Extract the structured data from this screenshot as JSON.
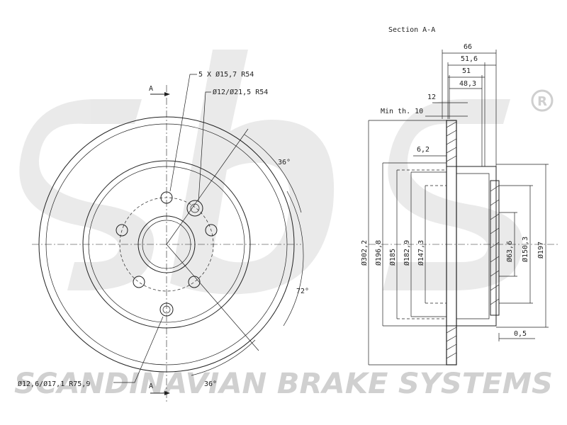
{
  "watermark": {
    "logo_letters": "sbs",
    "tagline": "SCANDINAVIAN BRAKE SYSTEMS",
    "registered_mark": "R"
  },
  "front_view": {
    "section_marker_top": "A",
    "section_marker_bottom": "A",
    "bolt_holes_callout": "5 X Ø15,7 R54",
    "pilot_hole_callout": "Ø12/Ø21,5 R54",
    "small_hole_callout": "Ø12,6/Ø17,1 R75,9",
    "angle_top": "36°",
    "angle_right": "72°",
    "angle_bottom": "36°"
  },
  "section_view": {
    "title": "Section A-A",
    "dims_top": [
      "66",
      "51,6",
      "51",
      "48,3"
    ],
    "thickness": "12",
    "min_thickness": "Min th. 10",
    "hat_wall": "6,2",
    "runout": "0,5",
    "diameters_left": [
      "Ø302,2",
      "Ø196,8",
      "Ø185",
      "Ø182,9",
      "Ø147,3"
    ],
    "diameters_right": [
      "Ø63,6",
      "Ø150,3",
      "Ø197"
    ]
  }
}
